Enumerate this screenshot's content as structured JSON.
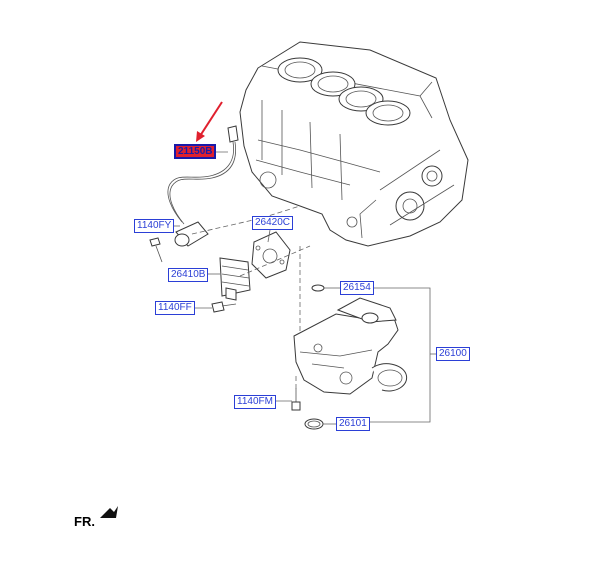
{
  "diagram": {
    "callouts": {
      "c21150B": "21150B",
      "c1140FY": "1140FY",
      "c26420C": "26420C",
      "c26410B": "26410B",
      "c1140FF": "1140FF",
      "c26154": "26154",
      "c26100": "26100",
      "c1140FM": "1140FM",
      "c26101": "26101"
    },
    "highlighted_part": "21150B",
    "orientation_label": "FR.",
    "colors": {
      "callout_border": "#2b3fd6",
      "highlight_fill": "#e0202e",
      "pointer_arrow": "#e0202e"
    }
  }
}
